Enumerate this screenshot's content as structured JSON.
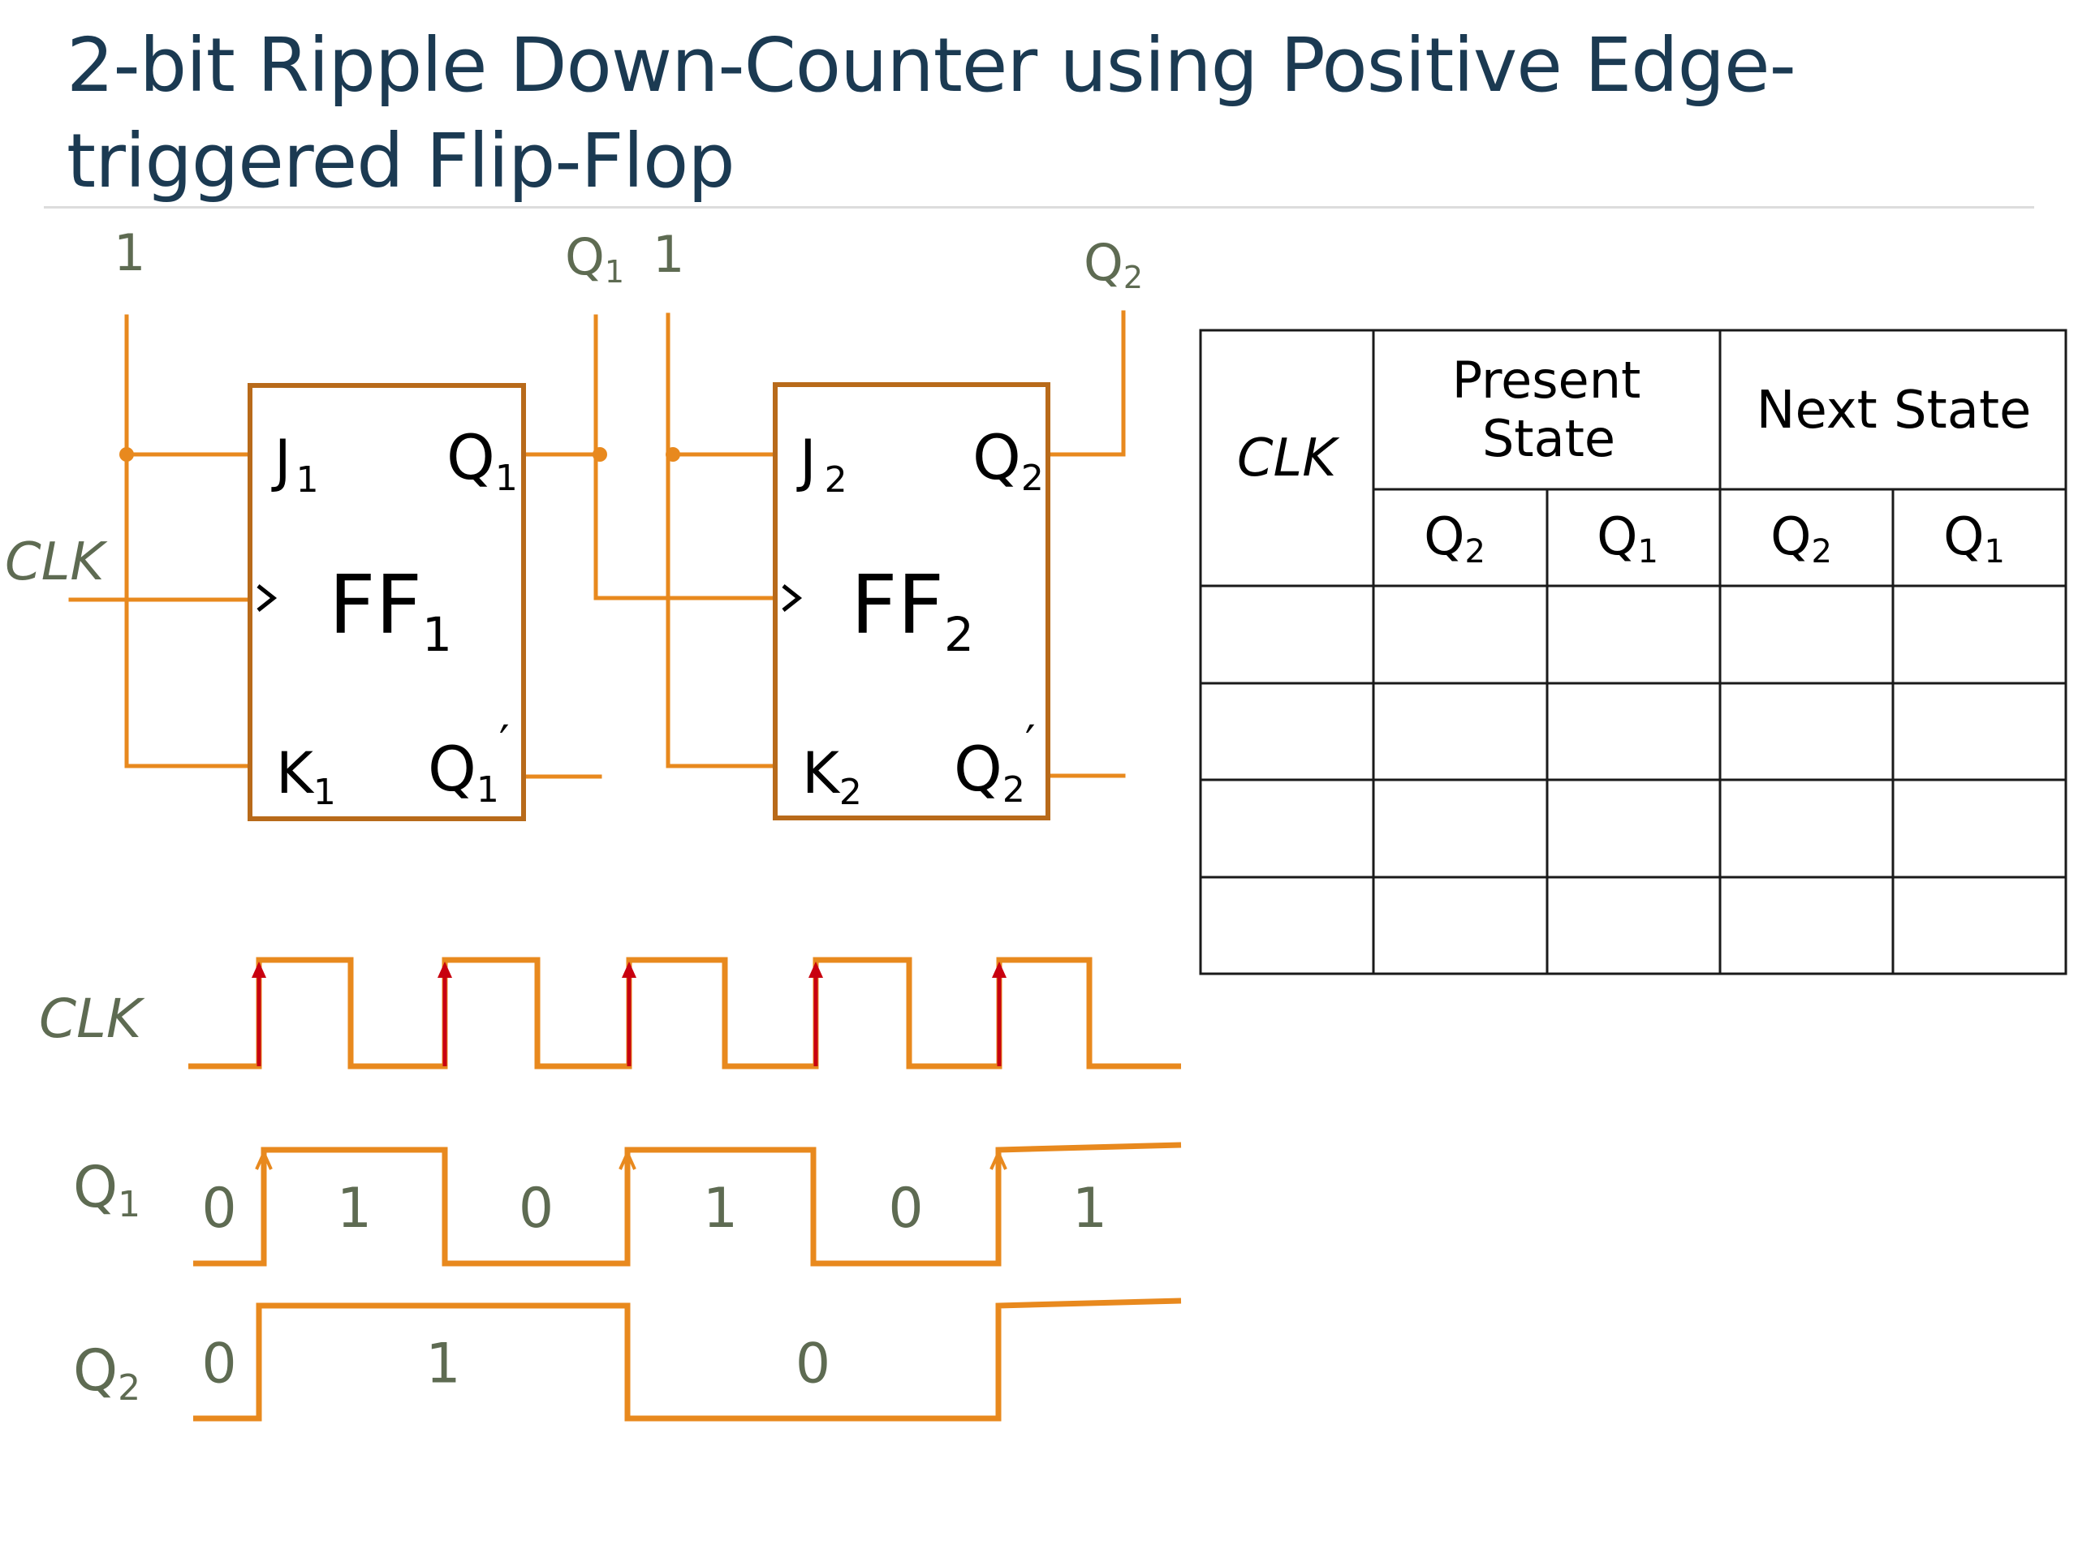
{
  "slide": {
    "title": "2-bit Ripple Down-Counter using Positive Edge-triggered Flip-Flop"
  },
  "circuit": {
    "input_labels": {
      "ff1_jk_input": "1",
      "ff2_clock_input": "Q",
      "ff2_clock_input_sub": "1",
      "ff2_jk_input": "1",
      "ff2_output": "Q",
      "ff2_output_sub": "2",
      "clk": "CLK"
    },
    "flip_flops": [
      {
        "name": "FF",
        "index": "1",
        "j": "J",
        "k": "K",
        "q": "Q",
        "qbar": "Q",
        "sub": "1",
        "prime": "′"
      },
      {
        "name": "FF",
        "index": "2",
        "j": "J",
        "k": "K",
        "q": "Q",
        "qbar": "Q",
        "sub": "2",
        "prime": "′"
      }
    ],
    "colors": {
      "wire": "#E8891E",
      "box": "#B86A1A",
      "edge_arrow": "#C8000F",
      "label": "#5E6B52",
      "title": "#1B3A52"
    }
  },
  "state_table": {
    "header_clk": "CLK",
    "header_present_line1": "Present",
    "header_present_line2": "State",
    "header_next": "Next State",
    "sub_headers": [
      {
        "main": "Q",
        "sub": "2"
      },
      {
        "main": "Q",
        "sub": "1"
      },
      {
        "main": "Q",
        "sub": "2"
      },
      {
        "main": "Q",
        "sub": "1"
      }
    ],
    "rows": [
      [
        "",
        "",
        "",
        "",
        ""
      ],
      [
        "",
        "",
        "",
        "",
        ""
      ],
      [
        "",
        "",
        "",
        "",
        ""
      ],
      [
        "",
        "",
        "",
        "",
        ""
      ]
    ]
  },
  "timing": {
    "signals": [
      {
        "name": "CLK",
        "sub": "",
        "values": [
          0,
          1,
          0,
          1,
          0,
          1,
          0,
          1,
          0,
          1,
          0
        ],
        "value_labels": []
      },
      {
        "name": "Q",
        "sub": "1",
        "values": [
          0,
          1,
          0,
          1,
          0,
          1
        ],
        "value_labels": [
          "0",
          "1",
          "0",
          "1",
          "0",
          "1"
        ]
      },
      {
        "name": "Q",
        "sub": "2",
        "values": [
          0,
          1,
          0,
          1
        ],
        "value_labels": [
          "0",
          "1",
          "0"
        ]
      }
    ],
    "clock_rising_edges": 5
  }
}
